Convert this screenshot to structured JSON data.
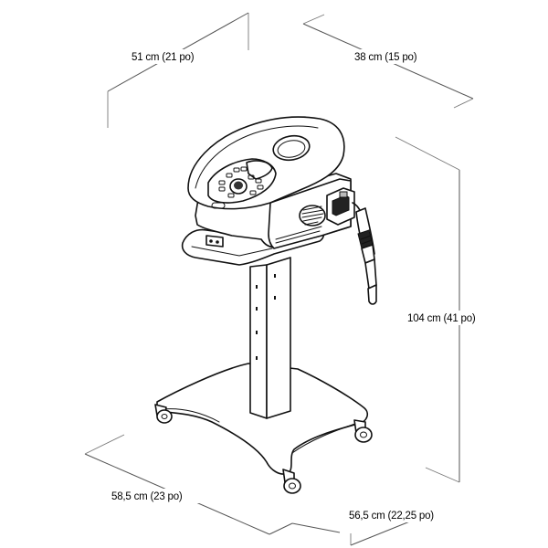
{
  "dimensions": {
    "width_top": "51 cm (21 po)",
    "depth_top": "38 cm (15 po)",
    "height": "104 cm (41 po)",
    "width_base": "58,5 cm (23 po)",
    "depth_base": "56,5 cm (22,25 po)"
  }
}
